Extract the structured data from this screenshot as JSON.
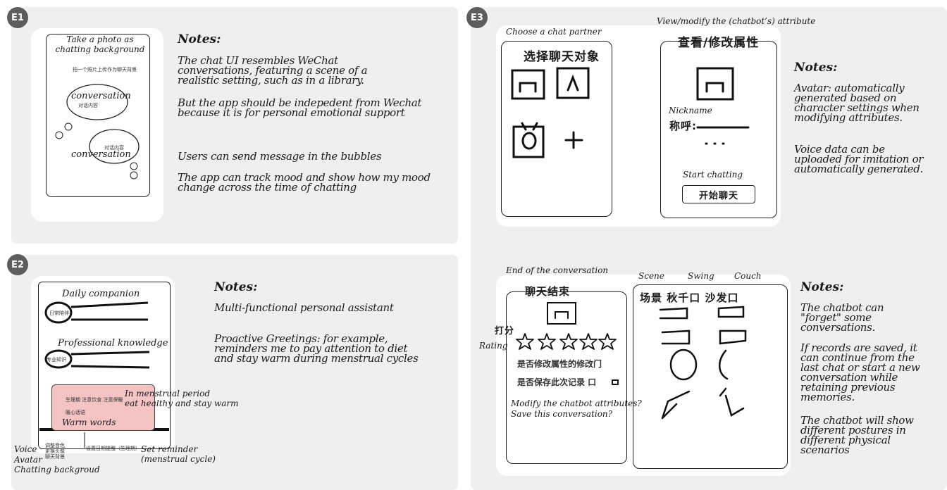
{
  "e1": {
    "badge": "E1",
    "take_photo_label": "Take a photo as chatting background",
    "cn_photo": "拍一个照片上传作为聊天背景",
    "bubble1_label": "conversation",
    "bubble1_cn": "对话内容",
    "bubble2_cn": "对话内容",
    "bubble2_label": "conversation",
    "notes_title": "Notes:",
    "notes": [
      "The chat UI resembles WeChat conversations, featuring a scene of a realistic setting, such as in a library.",
      "But the app should be indepedent from Wechat because it is for personal emotional support",
      "Users can send message in the bubbles",
      "The app can track mood and show how my mood change across the time of chatting"
    ]
  },
  "e2": {
    "badge": "E2",
    "daily_label": "Daily companion",
    "daily_cn": "日常陪伴",
    "prof_label": "Professional knowledge",
    "prof_cn": "专业知识",
    "pink_cn1": "生理期  注意饮食  注意保暖",
    "pink_cn2": "暖心话语",
    "warm_words": "Warm words",
    "menstrual_label": "In menstrual period",
    "eat_label": "eat healthy and stay warm",
    "bottom_cn1": "调整音色",
    "bottom_cn2": "更换头像",
    "bottom_cn3": "聊天背景",
    "bottom_cn_reminder": "设置日期提醒（生理期）",
    "set_reminder": "Set reminder",
    "menstrual_cycle": "(menstrual cycle)",
    "voice": "Voice",
    "avatar": "Avatar",
    "chat_bg": "Chatting backgroud",
    "notes_title": "Notes:",
    "notes": [
      "Multi-functional personal assistant",
      "Proactive Greetings: for example, reminders me to pay attention to diet and stay warm during menstrual cycles"
    ]
  },
  "e3": {
    "badge": "E3",
    "choose_label": "Choose a chat partner",
    "choose_cn": "选择聊天对象",
    "view_label": "View/modify the (chatbot’s) attribute",
    "view_cn": "查看/修改属性",
    "nickname": "Nickname",
    "nickname_cn": "称呼:",
    "start_label": "Start chatting",
    "start_cn": "开始聊天",
    "notes_title": "Notes:",
    "notes": [
      "Avatar: automatically generated based on character settings when modifying attributes.",
      "Voice data can be uploaded for imitation or automatically generated."
    ]
  },
  "e4": {
    "end_label": "End of the conversation",
    "end_cn": "聊天结束",
    "rating_cn": "打分",
    "rating": "Rating",
    "modify_cn": "是否修改属性的修改门",
    "save_cn": "是否保存此次记录 口",
    "modify_label": "Modify the chatbot attributes?",
    "save_label": "Save this conversation?",
    "scene": "Scene",
    "swing": "Swing",
    "couch": "Couch",
    "scene_cn": "场景  秋千口  沙发口",
    "notes_title": "Notes:",
    "notes": [
      "The chatbot can \"forget\" some conversations.",
      "If records are saved, it can continue from the last chat or start a new conversation while retaining previous memories.",
      "The chatbot will show different postures in different physical scenarios"
    ]
  }
}
